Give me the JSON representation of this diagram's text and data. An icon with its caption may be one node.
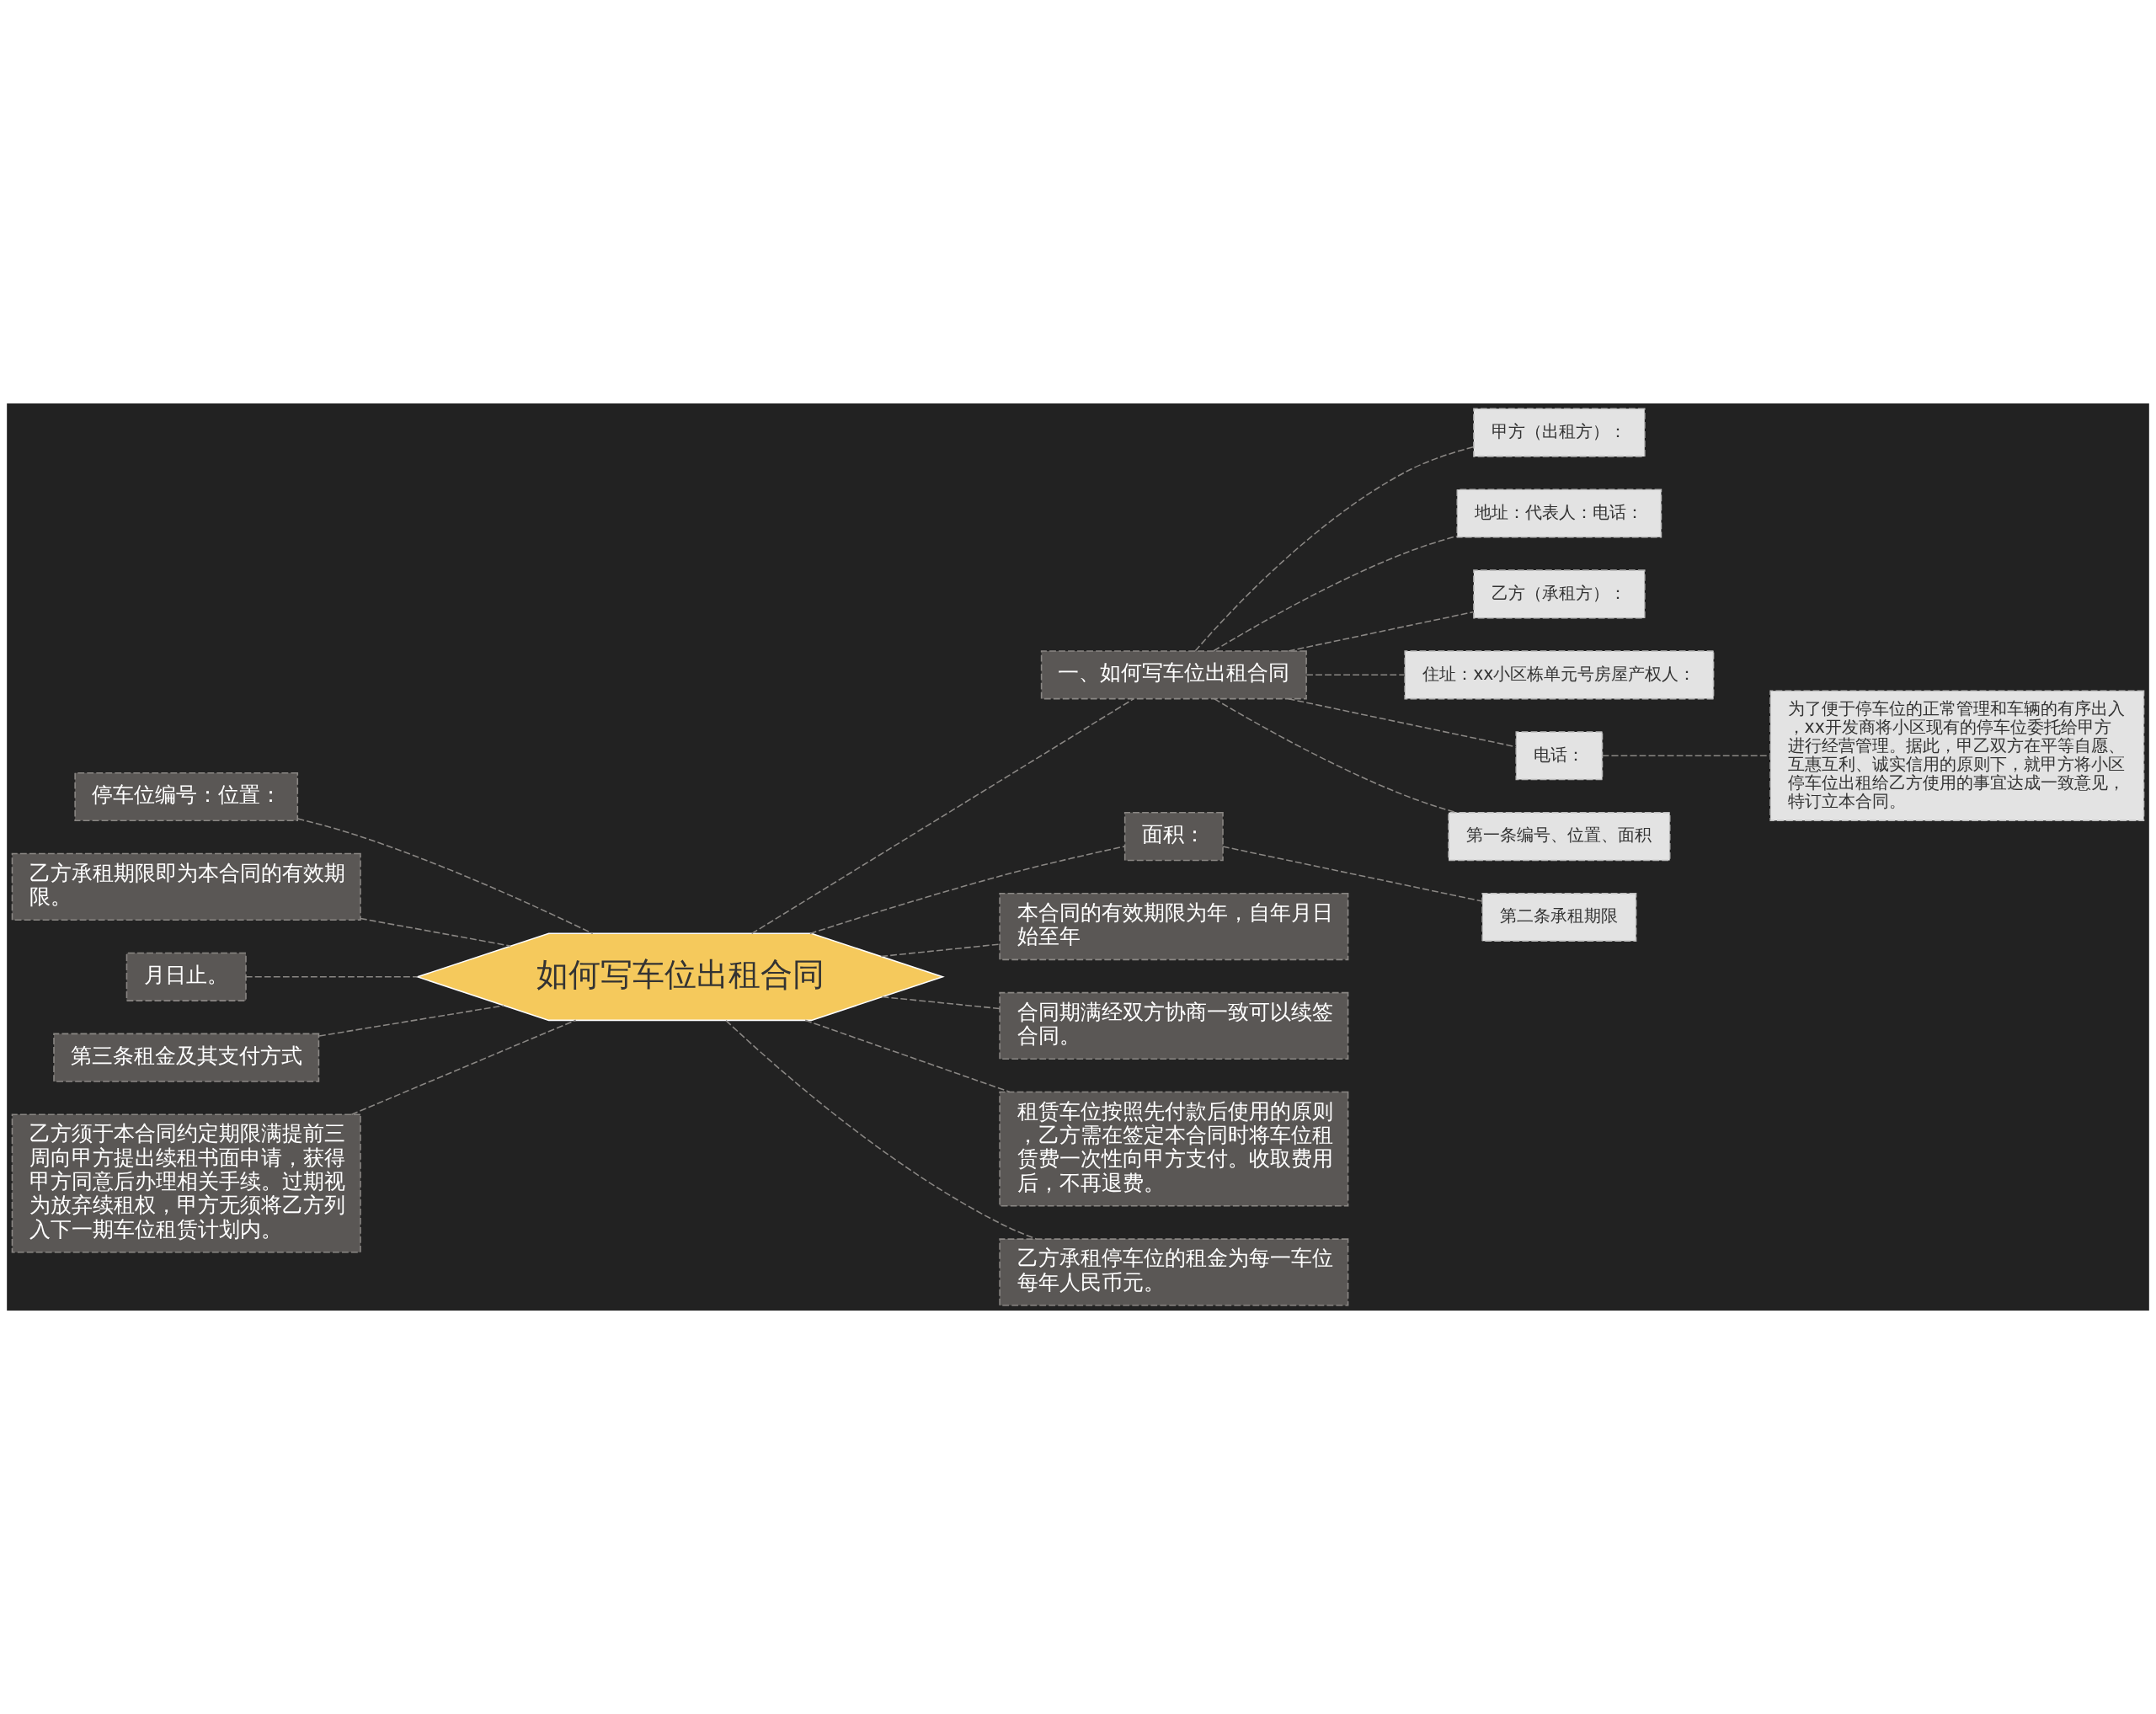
{
  "diagram": {
    "nodes": [
      {
        "text": [
          "如何写车位出租合同"
        ]
      },
      {
        "text": [
          "一、如何写车位出租合同"
        ]
      },
      {
        "text": [
          "甲方（出租方）："
        ]
      },
      {
        "text": [
          "地址：代表人：电话："
        ]
      },
      {
        "text": [
          "乙方（承租方）："
        ]
      },
      {
        "text": [
          "住址：xx小区栋单元号房屋产权人："
        ]
      },
      {
        "text": [
          "电话："
        ]
      },
      {
        "text": [
          "为了便于停车位的正常管理和车辆的有序出入，xx开发商将小区现有的停车位委托给甲方进行经营管理。据此，甲乙双方在平等自愿、互惠互利、诚实信用的原则下，就甲方将小区停车位出租给乙方使用的事宜达成一致意见，特订立本合同。"
        ]
      },
      {
        "text": [
          "第一条编号、位置、面积"
        ]
      },
      {
        "text": [
          "面积："
        ]
      },
      {
        "text": [
          "第二条承租期限"
        ]
      },
      {
        "text": [
          "本合同的有效期限为年，自年月日始至年"
        ]
      },
      {
        "text": [
          "合同期满经双方协商一致可以续签合同。"
        ]
      },
      {
        "text": [
          "租赁车位按照先付款后使用的原则，乙方需在签定本合同时将车位租赁费一次性向甲方支付。收取费用后，不再退费。"
        ]
      },
      {
        "text": [
          "乙方承租停车位的租金为每一车位每年人民币元。"
        ]
      },
      {
        "text": [
          "停车位编号：位置："
        ]
      },
      {
        "text": [
          "乙方承租期限即为本合同的有效期限。"
        ]
      },
      {
        "text": [
          "月日止。"
        ]
      },
      {
        "text": [
          "第三条租金及其支付方式"
        ]
      },
      {
        "text": [
          "乙方须于本合同约定期限满提前三周向甲方提出续租书面申请，获得甲方同意后办理相关手续。过期视为放弃续租权，甲方无须将乙方列入下一期车位租赁计划内。"
        ]
      }
    ],
    "edges": [
      {
        "from": 0,
        "to": 1,
        "arrow": "none",
        "style": "dashed"
      },
      {
        "from": 1,
        "to": 2,
        "arrow": "none",
        "style": "dashed"
      },
      {
        "from": 1,
        "to": 3,
        "arrow": "none",
        "style": "dashed"
      },
      {
        "from": 1,
        "to": 4,
        "arrow": "none",
        "style": "dashed"
      },
      {
        "from": 1,
        "to": 5,
        "arrow": "none",
        "style": "dashed"
      },
      {
        "from": 1,
        "to": 6,
        "arrow": "none",
        "style": "dashed"
      },
      {
        "from": 6,
        "to": 7,
        "arrow": "none",
        "style": "dashed"
      },
      {
        "from": 1,
        "to": 8,
        "arrow": "none",
        "style": "dashed"
      },
      {
        "from": 0,
        "to": 9,
        "arrow": "none",
        "style": "dashed"
      },
      {
        "from": 9,
        "to": 10,
        "arrow": "none",
        "style": "dashed"
      },
      {
        "from": 0,
        "to": 11,
        "arrow": "none",
        "style": "dashed"
      },
      {
        "from": 0,
        "to": 12,
        "arrow": "none",
        "style": "dashed"
      },
      {
        "from": 0,
        "to": 13,
        "arrow": "none",
        "style": "dashed"
      },
      {
        "from": 0,
        "to": 14,
        "arrow": "none",
        "style": "dashed"
      },
      {
        "from": 0,
        "to": 15,
        "arrow": "none",
        "style": "dashed"
      },
      {
        "from": 0,
        "to": 16,
        "arrow": "none",
        "style": "dashed"
      },
      {
        "from": 0,
        "to": 17,
        "arrow": "none",
        "style": "dashed"
      },
      {
        "from": 0,
        "to": 18,
        "arrow": "none",
        "style": "dashed"
      },
      {
        "from": 0,
        "to": 19,
        "arrow": "none",
        "style": "dashed"
      }
    ]
  }
}
